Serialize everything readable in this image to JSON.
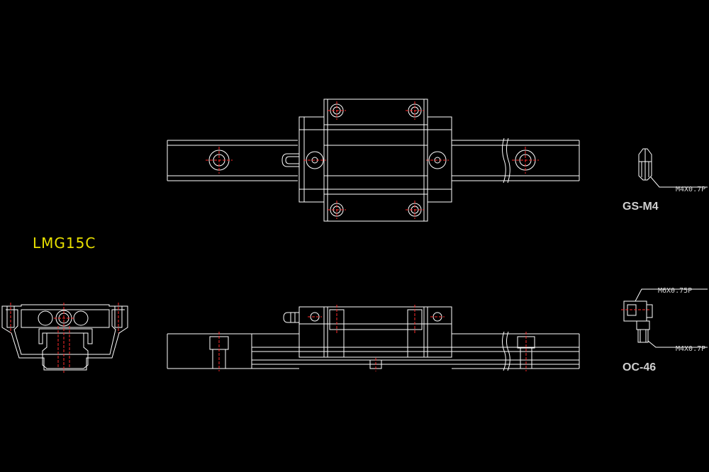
{
  "title": {
    "text": "LMG15C",
    "color": "#e8e000"
  },
  "parts": {
    "gs": {
      "name": "GS-M4",
      "thread": "M4X0.7P"
    },
    "oc": {
      "name": "OC-46",
      "thread_top": "M6X0.75P",
      "thread_bottom": "M4X0.7P"
    }
  },
  "colors": {
    "background": "#000000",
    "line": "#ffffff",
    "center_line": "#ff2a2a",
    "label": "#cfcfcf"
  }
}
